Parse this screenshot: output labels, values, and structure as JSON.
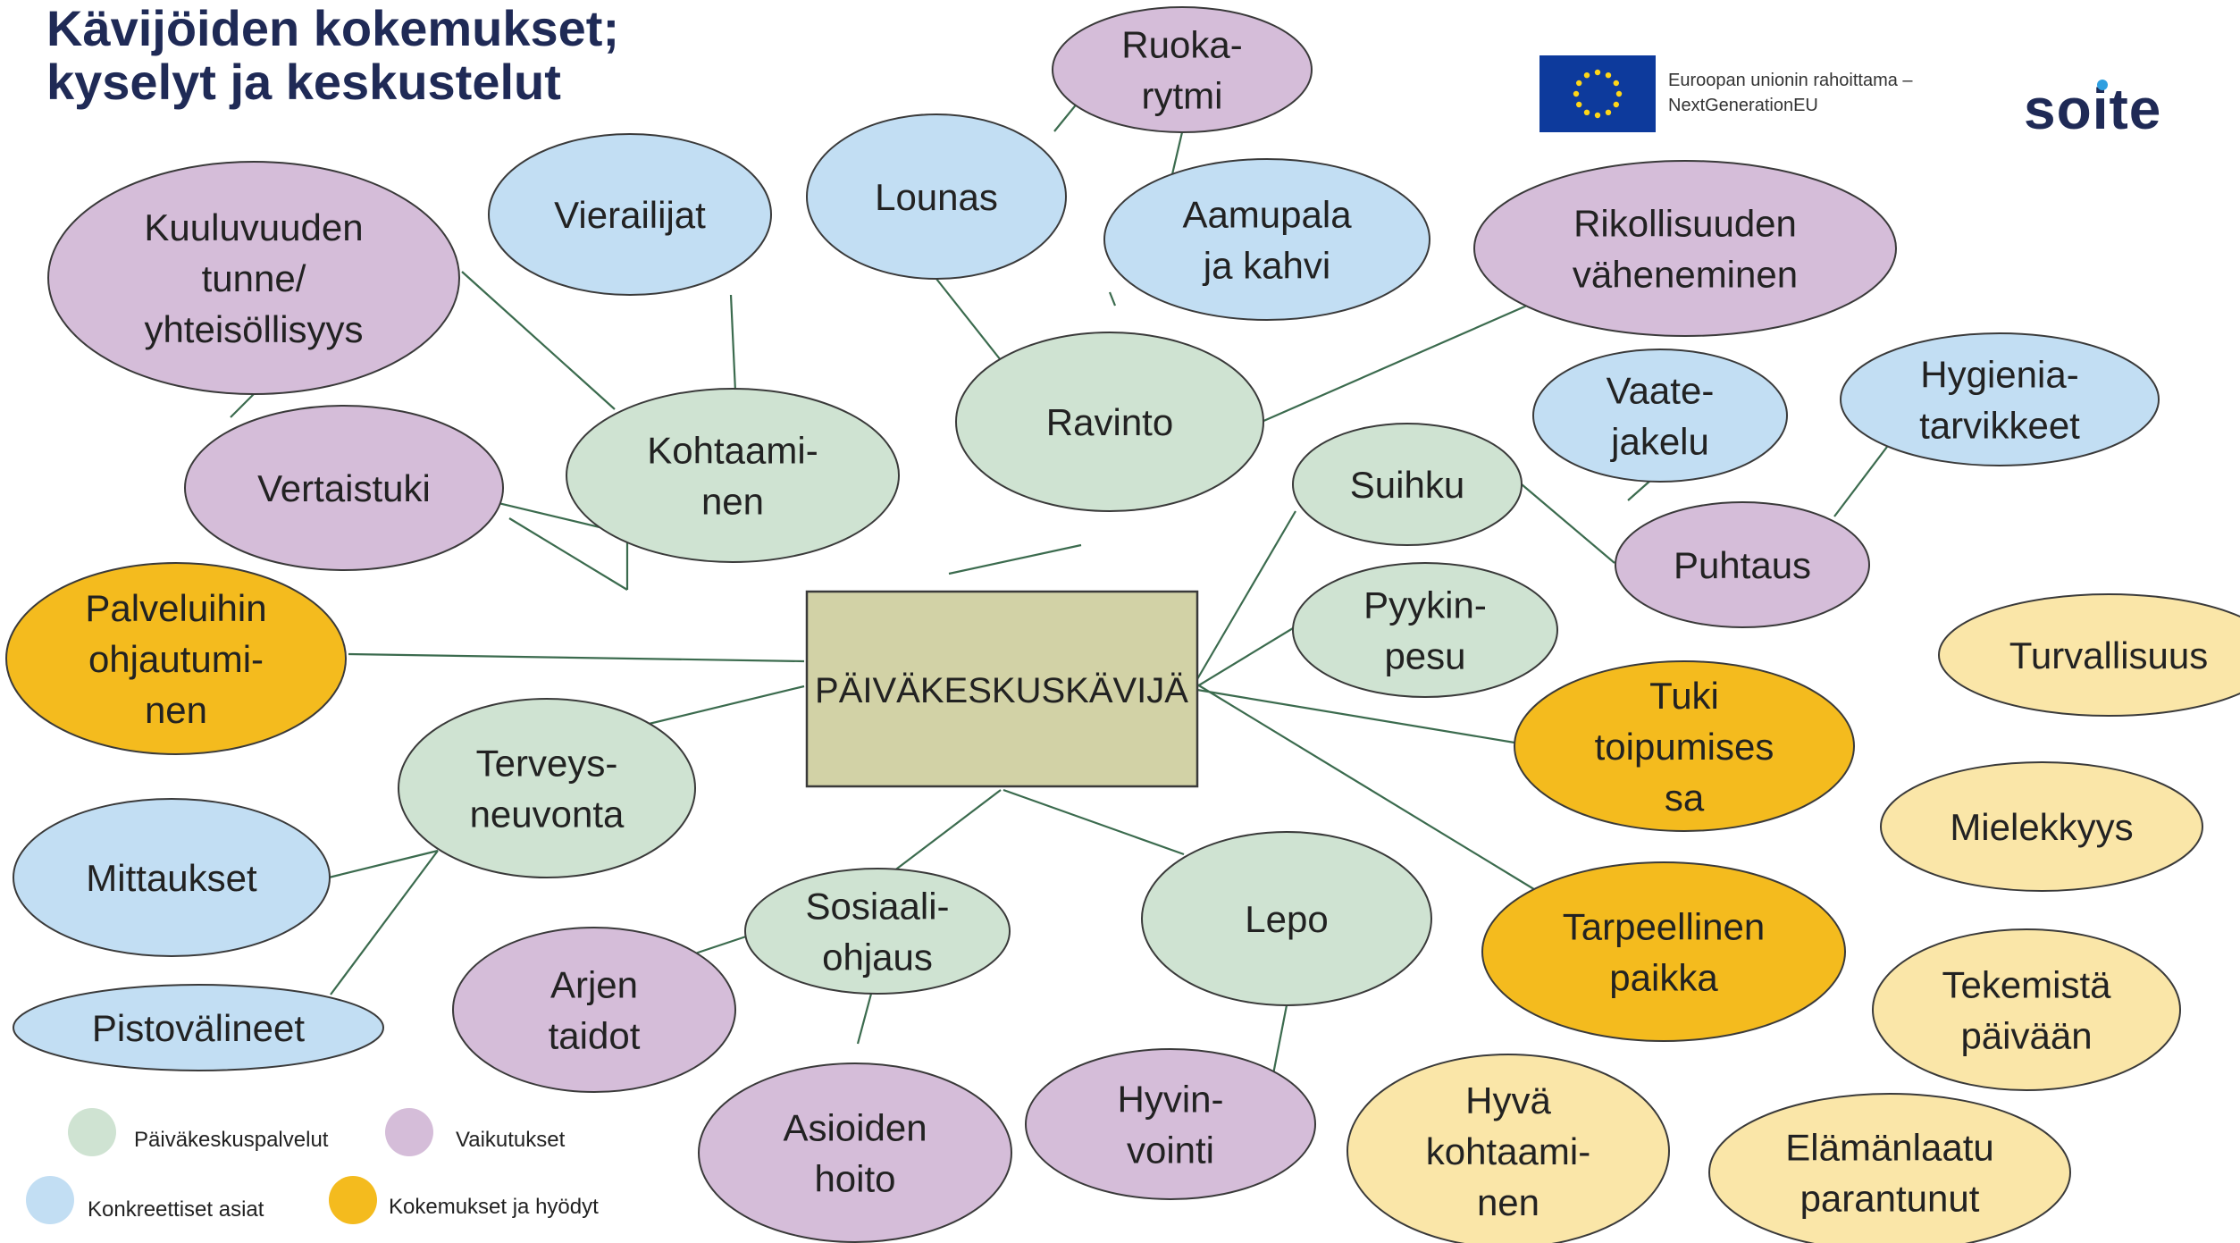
{
  "title": {
    "line1": "Kävijöiden kokemukset;",
    "line2": "kyselyt ja keskustelut"
  },
  "eu": {
    "line1": "Euroopan unionin rahoittama –",
    "line2": "NextGenerationEU"
  },
  "logo": {
    "text": "soite"
  },
  "colors": {
    "palvelut": "#cfe3d2",
    "vaikutukset": "#d5bdd9",
    "konkreettiset": "#c2def3",
    "kokemukset": "#f4bb1e",
    "light_yellow": "#fae6a8",
    "center": "#d2d2a6",
    "line": "#3b6b4e"
  },
  "center": {
    "text": "PÄIVÄKESKUSKÄVIJÄ"
  },
  "nodes": [
    {
      "id": "vierailijat",
      "cat": "konkreettiset",
      "lines": [
        "Vierailijat"
      ]
    },
    {
      "id": "lounas",
      "cat": "konkreettiset",
      "lines": [
        "Lounas"
      ]
    },
    {
      "id": "ruokarytmi",
      "cat": "vaikutukset",
      "lines": [
        "Ruoka-",
        "rytmi"
      ]
    },
    {
      "id": "aamupala",
      "cat": "konkreettiset",
      "lines": [
        "Aamupala",
        "ja kahvi"
      ]
    },
    {
      "id": "rikollisuus",
      "cat": "vaikutukset",
      "lines": [
        "Rikollisuuden",
        "väheneminen"
      ]
    },
    {
      "id": "kuuluvuus",
      "cat": "vaikutukset",
      "lines": [
        "Kuuluvuuden",
        "tunne/",
        "yhteisöllisyys"
      ]
    },
    {
      "id": "ravinto",
      "cat": "palvelut",
      "lines": [
        "Ravinto"
      ]
    },
    {
      "id": "kohtaaminen",
      "cat": "palvelut",
      "lines": [
        "Kohtaami-",
        "nen"
      ]
    },
    {
      "id": "vertaistuki",
      "cat": "vaikutukset",
      "lines": [
        "Vertaistuki"
      ]
    },
    {
      "id": "vaatejakelu",
      "cat": "konkreettiset",
      "lines": [
        "Vaate-",
        "jakelu"
      ]
    },
    {
      "id": "hygienia",
      "cat": "konkreettiset",
      "lines": [
        "Hygienia-",
        "tarvikkeet"
      ]
    },
    {
      "id": "suihku",
      "cat": "palvelut",
      "lines": [
        "Suihku"
      ]
    },
    {
      "id": "puhtaus",
      "cat": "vaikutukset",
      "lines": [
        "Puhtaus"
      ]
    },
    {
      "id": "pyykinpesu",
      "cat": "palvelut",
      "lines": [
        "Pyykin-",
        "pesu"
      ]
    },
    {
      "id": "palveluihin",
      "cat": "kokemukset",
      "lines": [
        "Palveluihin",
        "ohjautumi-",
        "nen"
      ]
    },
    {
      "id": "turvallisuus",
      "cat": "light_yellow",
      "lines": [
        "Turvallisuus"
      ]
    },
    {
      "id": "tuki",
      "cat": "kokemukset",
      "lines": [
        "Tuki",
        "toipumises",
        "sa"
      ]
    },
    {
      "id": "terveysneuvonta",
      "cat": "palvelut",
      "lines": [
        "Terveys-",
        "neuvonta"
      ]
    },
    {
      "id": "mielekkyys",
      "cat": "light_yellow",
      "lines": [
        "Mielekkyys"
      ]
    },
    {
      "id": "mittaukset",
      "cat": "konkreettiset",
      "lines": [
        "Mittaukset"
      ]
    },
    {
      "id": "sosiaaliohjaus",
      "cat": "palvelut",
      "lines": [
        "Sosiaali-",
        "ohjaus"
      ]
    },
    {
      "id": "lepo",
      "cat": "palvelut",
      "lines": [
        "Lepo"
      ]
    },
    {
      "id": "tarpeellinen",
      "cat": "kokemukset",
      "lines": [
        "Tarpeellinen",
        "paikka"
      ]
    },
    {
      "id": "arjentaidot",
      "cat": "vaikutukset",
      "lines": [
        "Arjen",
        "taidot"
      ]
    },
    {
      "id": "tekemista",
      "cat": "light_yellow",
      "lines": [
        "Tekemistä",
        "päivään"
      ]
    },
    {
      "id": "pistovalineet",
      "cat": "konkreettiset",
      "lines": [
        "Pistovälineet"
      ]
    },
    {
      "id": "asioiden",
      "cat": "vaikutukset",
      "lines": [
        "Asioiden",
        "hoito"
      ]
    },
    {
      "id": "hyvinvointi",
      "cat": "vaikutukset",
      "lines": [
        "Hyvin-",
        "vointi"
      ]
    },
    {
      "id": "hyvakohtaaminen",
      "cat": "light_yellow",
      "lines": [
        "Hyvä",
        "kohtaami-",
        "nen"
      ]
    },
    {
      "id": "elamanlaatu",
      "cat": "light_yellow",
      "lines": [
        "Elämänlaatu",
        "parantunut"
      ]
    }
  ],
  "legend": [
    {
      "label": "Päiväkeskuspalvelut",
      "cat": "palvelut"
    },
    {
      "label": "Vaikutukset",
      "cat": "vaikutukset"
    },
    {
      "label": "Konkreettiset asiat",
      "cat": "konkreettiset"
    },
    {
      "label": "Kokemukset ja hyödyt",
      "cat": "kokemukset"
    }
  ]
}
